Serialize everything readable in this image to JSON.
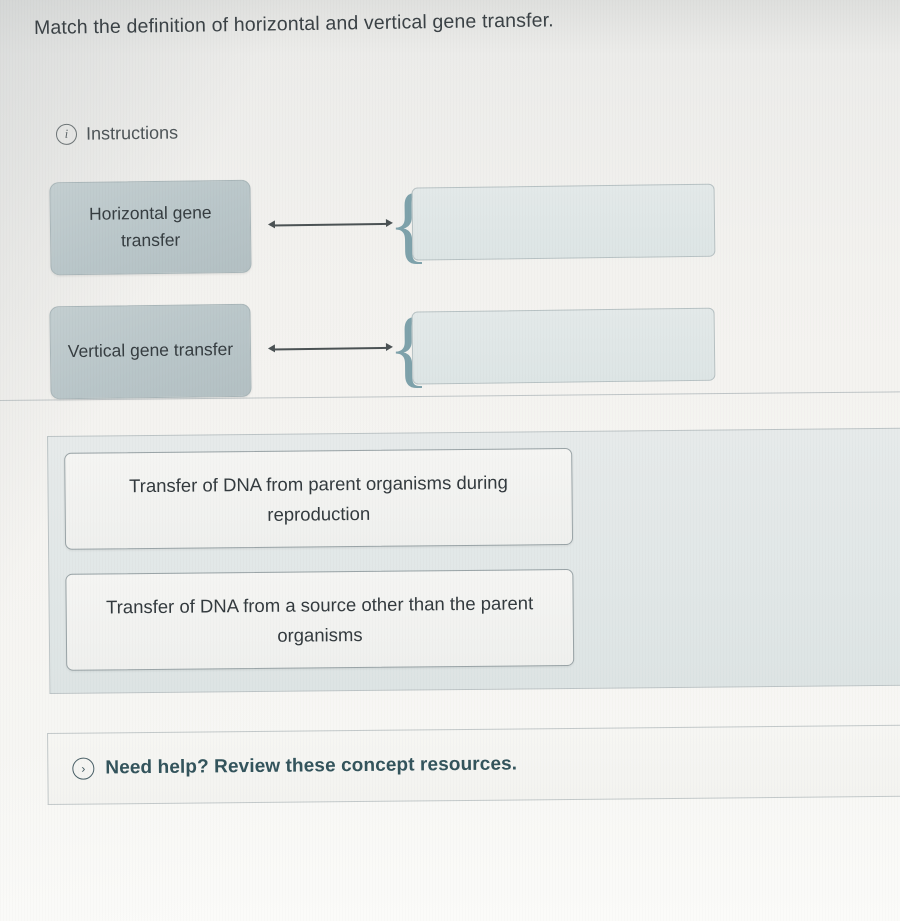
{
  "top_cutoff_text": "",
  "prompt": {
    "text": "Match the definition of horizontal and vertical gene transfer."
  },
  "instructions": {
    "icon": "info-circle-icon",
    "label": "Instructions"
  },
  "matching": {
    "rows": [
      {
        "term": "Horizontal gene transfer",
        "connector_icon": "double-arrow-icon",
        "brace_glyph": "{",
        "drop_zone_value": "",
        "drop_zone_placeholder": ""
      },
      {
        "term": "Vertical gene transfer",
        "connector_icon": "double-arrow-icon",
        "brace_glyph": "{",
        "drop_zone_value": "",
        "drop_zone_placeholder": ""
      }
    ]
  },
  "answer_bank": {
    "options": [
      {
        "text": "Transfer of DNA from parent organisms during reproduction"
      },
      {
        "text": "Transfer of DNA from a source other than the parent organisms"
      }
    ]
  },
  "help": {
    "icon": "chevron-right-circle-icon",
    "chevron_glyph": "›",
    "text": "Need help? Review these concept resources."
  },
  "colors": {
    "page_background": "#f3f2ef",
    "term_box_fill": "#bcc8cb",
    "drop_zone_fill": "#e0e7e7",
    "brace": "#7ea2ab",
    "help_text": "#33545c",
    "body_text": "#3b4246",
    "panel_fill": "#e3e8e8"
  }
}
